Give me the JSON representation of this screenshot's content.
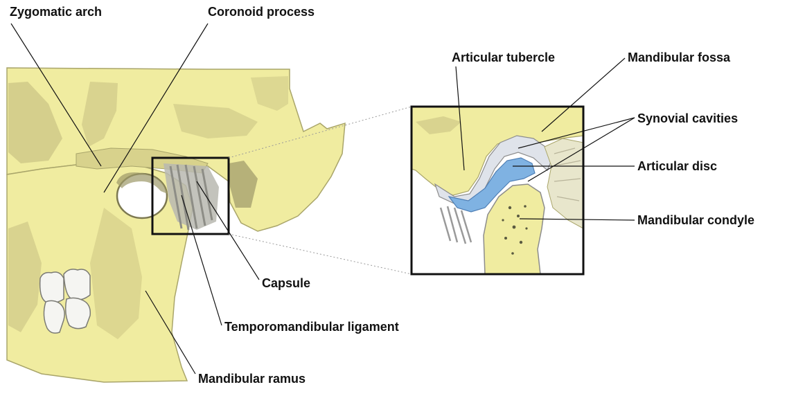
{
  "colors": {
    "bone": "#f0eca0",
    "bone_shadow": "#c9c383",
    "bone_outline": "#a9a56a",
    "cartilage": "#dfe3ea",
    "disc": "#7fb2e2",
    "tooth": "#f5f5f2",
    "ink": "#111111"
  },
  "labels": {
    "zygomatic_arch": "Zygomatic arch",
    "coronoid_process": "Coronoid process",
    "articular_tubercle": "Articular tubercle",
    "mandibular_fossa": "Mandibular fossa",
    "synovial_cavities": "Synovial cavities",
    "articular_disc": "Articular disc",
    "mandibular_condyle": "Mandibular condyle",
    "capsule": "Capsule",
    "temporomandibular_ligament": "Temporomandibular ligament",
    "mandibular_ramus": "Mandibular ramus"
  }
}
